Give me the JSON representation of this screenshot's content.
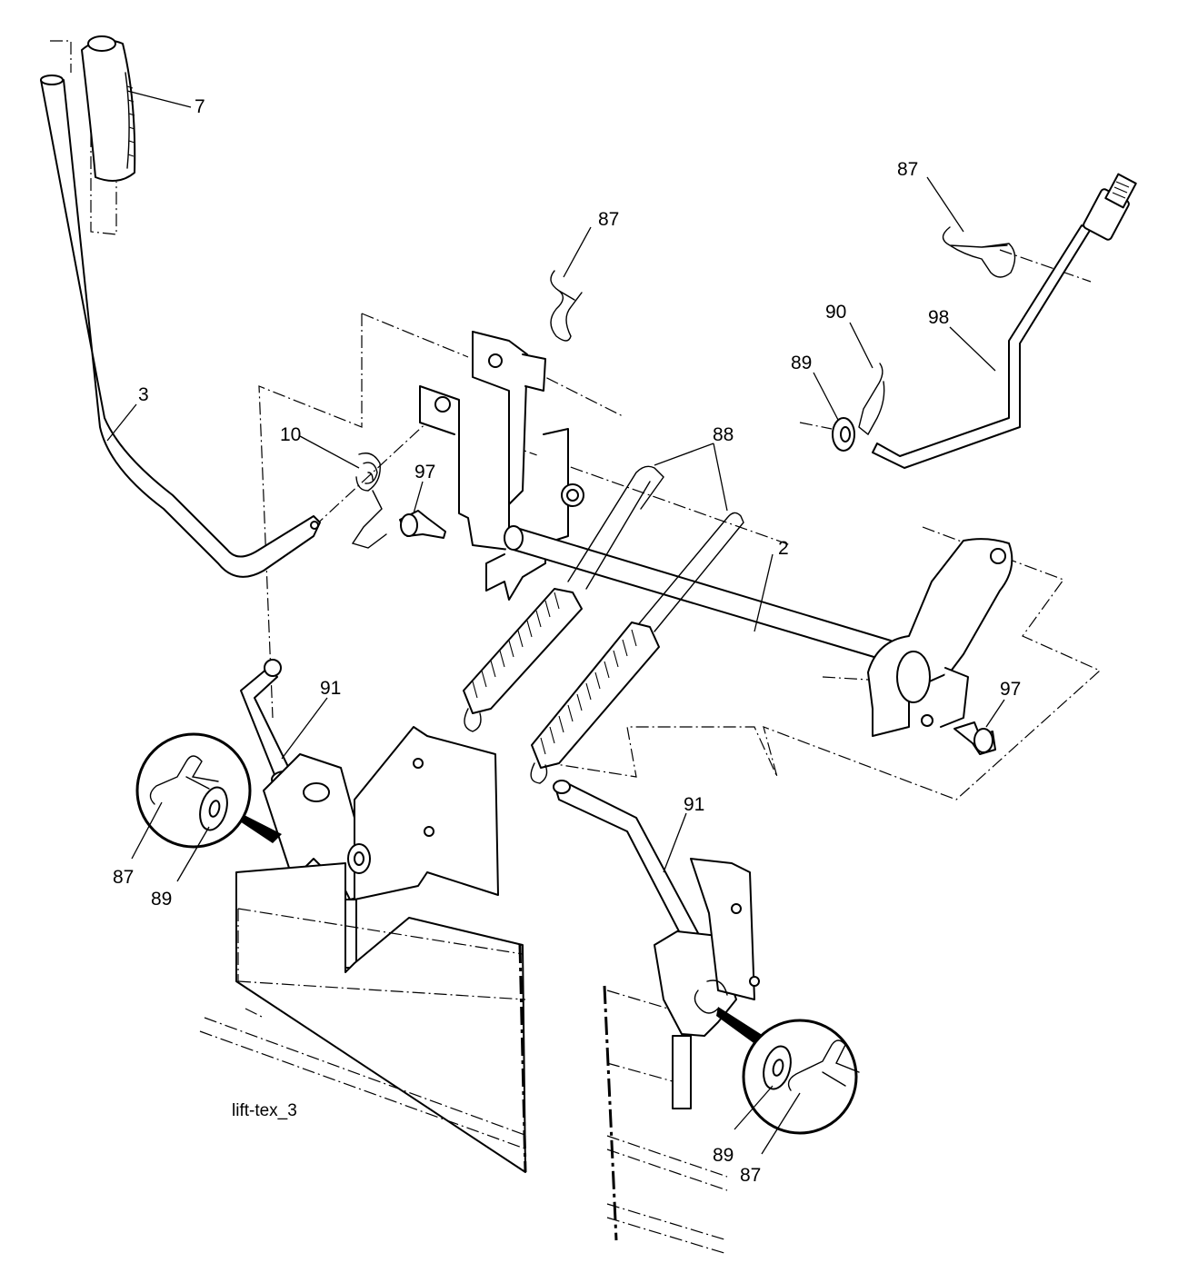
{
  "callouts": [
    {
      "id": "c7",
      "text": "7"
    },
    {
      "id": "c3",
      "text": "3"
    },
    {
      "id": "c10",
      "text": "10"
    },
    {
      "id": "c97a",
      "text": "97"
    },
    {
      "id": "c87a",
      "text": "87"
    },
    {
      "id": "c87b",
      "text": "87"
    },
    {
      "id": "c90",
      "text": "90"
    },
    {
      "id": "c98",
      "text": "98"
    },
    {
      "id": "c89a",
      "text": "89"
    },
    {
      "id": "c88",
      "text": "88"
    },
    {
      "id": "c2",
      "text": "2"
    },
    {
      "id": "c97b",
      "text": "97"
    },
    {
      "id": "c91a",
      "text": "91"
    },
    {
      "id": "c91b",
      "text": "91"
    },
    {
      "id": "c87c",
      "text": "87"
    },
    {
      "id": "c89b",
      "text": "89"
    },
    {
      "id": "c89c",
      "text": "89"
    },
    {
      "id": "c87d",
      "text": "87"
    }
  ],
  "caption": "lift-tex_3"
}
